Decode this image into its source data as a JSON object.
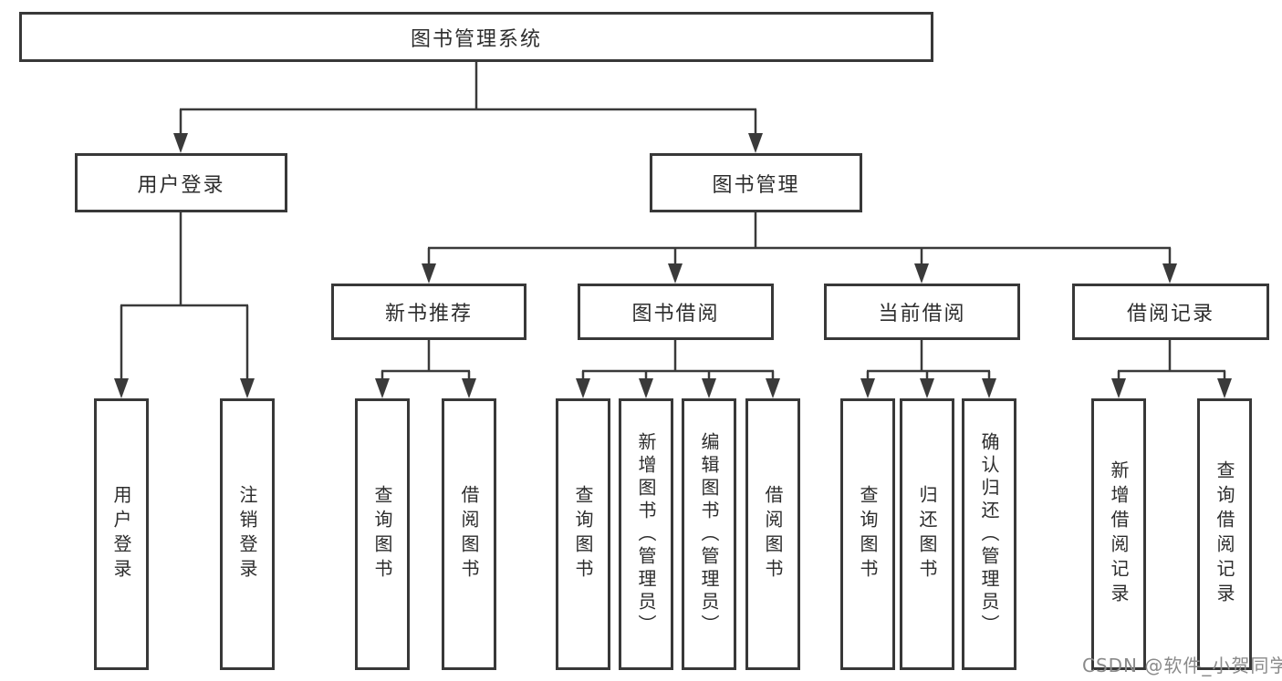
{
  "nodes": {
    "root": "图书管理系统",
    "level2": {
      "user_login": "用户登录",
      "book_mgmt": "图书管理"
    },
    "level3": {
      "new_book_recommend": "新书推荐",
      "book_borrow": "图书借阅",
      "current_borrow": "当前借阅",
      "borrow_records": "借阅记录"
    },
    "leaves": {
      "user_login": "用户登录",
      "logout": "注销登录",
      "nb_query_books": "查询图书",
      "nb_borrow_books": "借阅图书",
      "bb_query_books": "查询图书",
      "bb_add_books": "新增图书（管理员）",
      "bb_edit_books": "编辑图书（管理员）",
      "bb_borrow_books": "借阅图书",
      "cb_query_books": "查询图书",
      "cb_return_books": "归还图书",
      "cb_confirm_return": "确认归还（管理员）",
      "br_add_record": "新增借阅记录",
      "br_query_record": "查询借阅记录"
    }
  },
  "watermark": "CSDN @软件_小贺同学",
  "colors": {
    "line": "#3a3a3a",
    "text": "#2d2d2d",
    "border": "#383838",
    "watermark": "#8a8a8a",
    "background": "#ffffff"
  }
}
